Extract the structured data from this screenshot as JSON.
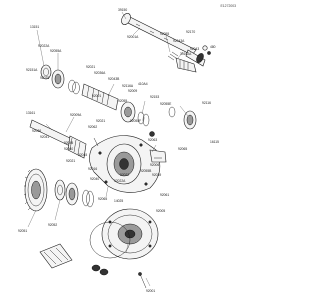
{
  "figure": {
    "diagram_code": "E1272003"
  },
  "callouts": [
    "39150",
    "92001A",
    "92055",
    "92170",
    "92043A",
    "92043",
    "480",
    "39162A",
    "13151",
    "92022A",
    "92055A",
    "92151A",
    "92075",
    "92021",
    "92036A",
    "92043B",
    "92116A",
    "410A4",
    "92009",
    "92153",
    "92055E",
    "92116",
    "92001",
    "92055",
    "13161",
    "92009A",
    "92021",
    "92055F",
    "92062",
    "92036",
    "92041",
    "92045",
    "92063",
    "92040",
    "16115",
    "92065",
    "92045",
    "92021",
    "92006",
    "92016",
    "92055B",
    "92022",
    "92022A",
    "92039",
    "92040",
    "92065",
    "14025",
    "92061",
    "92051",
    "92052",
    "92005",
    "92001"
  ]
}
